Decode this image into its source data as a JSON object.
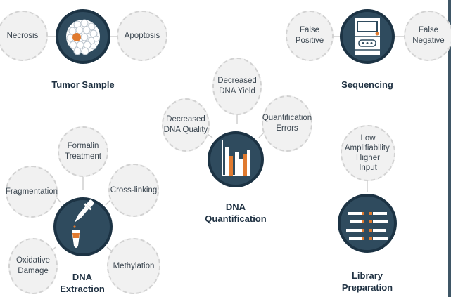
{
  "colors": {
    "hub": "#2f4b5e",
    "hub_ring": "#1c3344",
    "accent": "#e07a2f",
    "bubble": "#f1f1f1",
    "connector": "#cfcfcf"
  },
  "tumor": {
    "label": "Tumor Sample",
    "icon": "tumor-cells-icon",
    "factors": [
      "Necrosis",
      "Apoptosis"
    ]
  },
  "sequencing": {
    "label": "Sequencing",
    "icon": "sequencer-icon",
    "factors": [
      "False\nPositive",
      "False\nNegative"
    ]
  },
  "quantification": {
    "label": "DNA\nQuantification",
    "icon": "bar-chart-icon",
    "factors": [
      "Decreased\nDNA Yield",
      "Decreased\nDNA Quality",
      "Quantification\nErrors"
    ]
  },
  "extraction": {
    "label": "DNA\nExtraction",
    "icon": "pipette-tube-icon",
    "factors": [
      "Formalin\nTreatment",
      "Fragmentation",
      "Cross-linking",
      "Oxidative\nDamage",
      "Methylation"
    ]
  },
  "library": {
    "label": "Library\nPreparation",
    "icon": "library-fragments-icon",
    "factors": [
      "Low\nAmplifiability,\nHigher\nInput"
    ]
  }
}
